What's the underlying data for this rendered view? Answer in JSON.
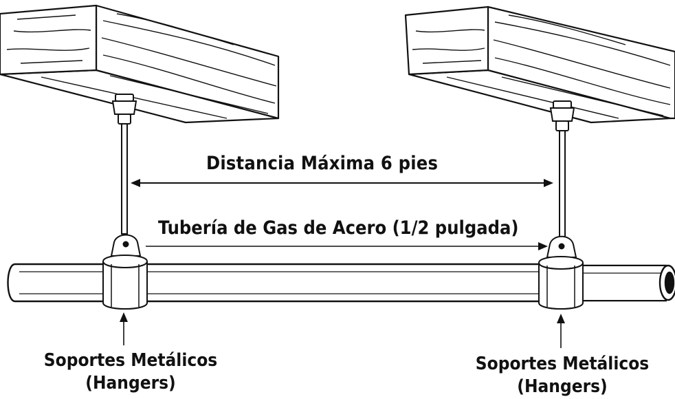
{
  "labels": {
    "distance": "Distancia Máxima  6 pies",
    "pipe": "Tubería de Gas de Acero (1/2 pulgada)",
    "hanger_left_line1": "Soportes Metálicos",
    "hanger_left_line2": "(Hangers)",
    "hanger_right_line1": "Soportes Metálicos",
    "hanger_right_line2": "(Hangers)"
  },
  "colors": {
    "ink": "#111111",
    "paper": "#ffffff"
  }
}
